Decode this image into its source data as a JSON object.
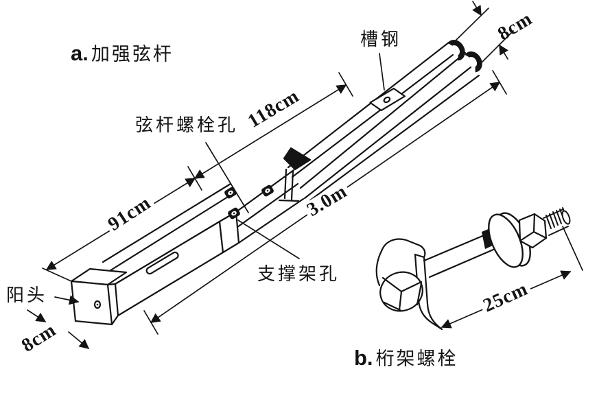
{
  "part_a": {
    "prefix": "a.",
    "title": "加强弦杆",
    "labels": {
      "channel_steel": "槽钢",
      "chord_bolt_hole": "弦杆螺栓孔",
      "support_frame_hole": "支撑架孔",
      "male_head": "阳头"
    },
    "dimensions": {
      "end_width": "8cm",
      "bolt_hole_span": "118cm",
      "total_length": "3.0m",
      "lower_span": "91cm",
      "head_width": "8cm"
    }
  },
  "part_b": {
    "prefix": "b.",
    "title": "桁架螺栓",
    "dimensions": {
      "bolt_length": "25cm"
    }
  },
  "colors": {
    "ink": "#141414",
    "background": "#ffffff"
  }
}
